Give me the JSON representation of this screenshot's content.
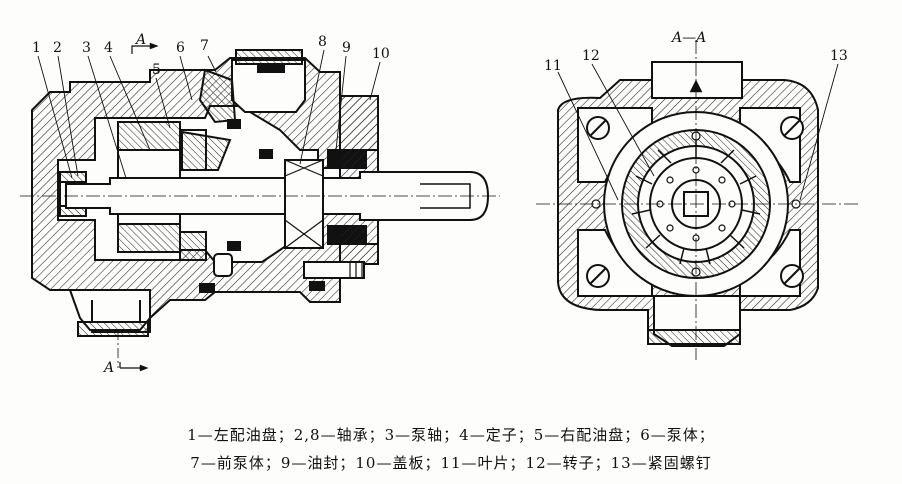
{
  "labels": {
    "n1": "1",
    "n2": "2",
    "n3": "3",
    "n4": "4",
    "n5": "5",
    "n6": "6",
    "n7": "7",
    "n8": "8",
    "n9": "9",
    "n10": "10",
    "n11": "11",
    "n12": "12",
    "n13": "13",
    "section_a_top": "A",
    "section_a_bottom": "A",
    "section_title": "A—A"
  },
  "caption": {
    "line1": "1—左配油盘；2,8—轴承；3—泵轴；4—定子；5—右配油盘；6—泵体；",
    "line2": "7—前泵体；9—油封；10—盖板；11—叶片；12—转子；13—紧固螺钉"
  }
}
